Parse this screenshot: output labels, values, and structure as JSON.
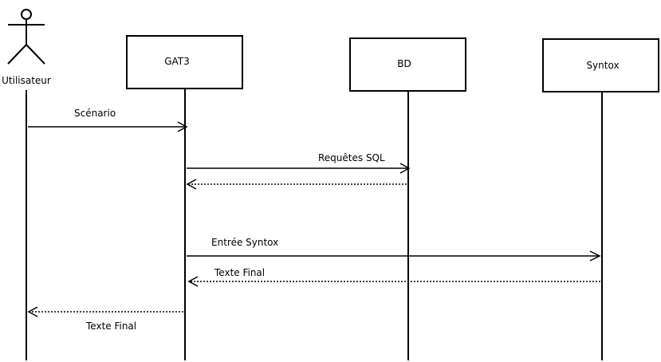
{
  "diagram": {
    "type": "sequence",
    "actor": {
      "label": "Utilisateur"
    },
    "participants": [
      {
        "label": "GAT3"
      },
      {
        "label": "BD"
      },
      {
        "label": "Syntox"
      }
    ],
    "messages": [
      {
        "from": "Utilisateur",
        "to": "GAT3",
        "label": "Scénario",
        "style": "solid"
      },
      {
        "from": "GAT3",
        "to": "BD",
        "label": "Requêtes SQL",
        "style": "solid"
      },
      {
        "from": "BD",
        "to": "GAT3",
        "label": "",
        "style": "dotted"
      },
      {
        "from": "GAT3",
        "to": "Syntox",
        "label": "Entrée Syntox",
        "style": "solid"
      },
      {
        "from": "Syntox",
        "to": "GAT3",
        "label": "Texte Final",
        "style": "dotted"
      },
      {
        "from": "GAT3",
        "to": "Utilisateur",
        "label": "Texte Final",
        "style": "dotted"
      }
    ]
  }
}
